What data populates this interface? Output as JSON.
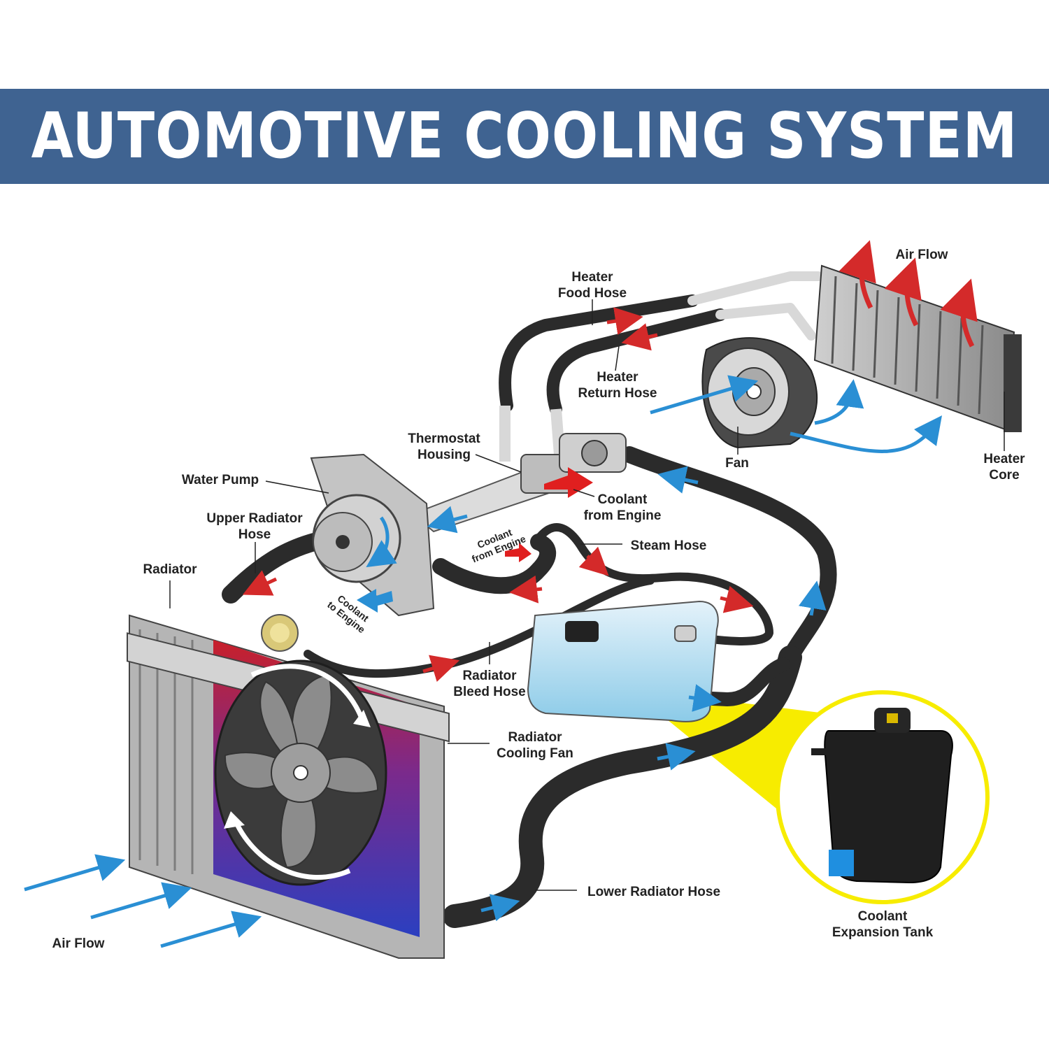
{
  "title": "AUTOMOTIVE COOLING SYSTEM",
  "labels": {
    "air_flow_top": "Air Flow",
    "heater_feed_hose": [
      "Heater",
      "Food Hose"
    ],
    "heater_return_hose": [
      "Heater",
      "Return Hose"
    ],
    "thermostat_housing": [
      "Thermostat",
      "Housing"
    ],
    "water_pump": "Water Pump",
    "upper_radiator_hose": [
      "Upper Radiator",
      "Hose"
    ],
    "radiator": "Radiator",
    "fan": "Fan",
    "heater_core": [
      "Heater",
      "Core"
    ],
    "coolant_from_engine": [
      "Coolant",
      "from Engine"
    ],
    "coolant_from_engine_small": [
      "Coolant",
      "from Engine"
    ],
    "steam_hose": "Steam Hose",
    "coolant_to_engine": [
      "Coolant",
      "to Engine"
    ],
    "radiator_bleed_hose": [
      "Radiator",
      "Bleed Hose"
    ],
    "radiator_cooling_fan": [
      "Radiator",
      "Cooling Fan"
    ],
    "lower_radiator_hose": "Lower Radiator Hose",
    "air_flow_bottom": "Air Flow",
    "coolant_expansion_tank": [
      "Coolant",
      "Expansion Tank"
    ]
  },
  "colors": {
    "banner": "#3f6391",
    "hose": "#2b2b2b",
    "flow_hot": "#d42a2a",
    "flow_cool": "#2a8fd4",
    "highlight": "#f7ec00",
    "radiator_hot": "#c8202a",
    "radiator_cool": "#2b3fc0"
  }
}
